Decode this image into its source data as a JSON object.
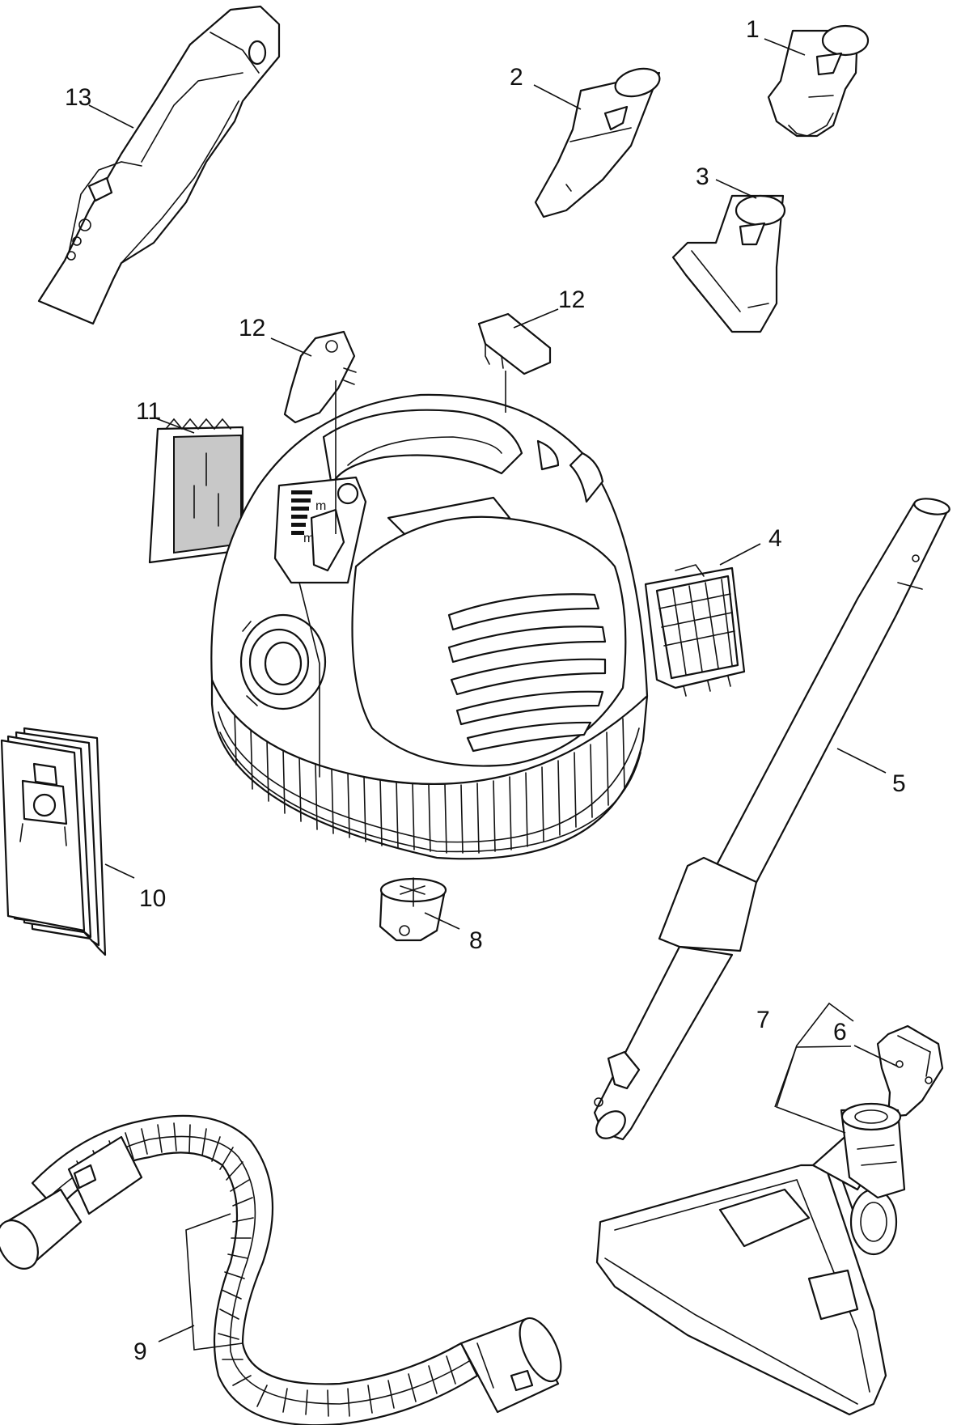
{
  "callouts": {
    "c1": "1",
    "c2": "2",
    "c3": "3",
    "c4": "4",
    "c5": "5",
    "c6": "6",
    "c7": "7",
    "c8": "8",
    "c9": "9",
    "c10": "10",
    "c11": "11",
    "c12a": "12",
    "c12b": "12",
    "c13": "13"
  },
  "device": {
    "switch_mark_1": "m",
    "switch_mark_2": "m"
  },
  "colors": {
    "line": "#111111",
    "shade": "#c8c8c8",
    "background": "#ffffff"
  }
}
